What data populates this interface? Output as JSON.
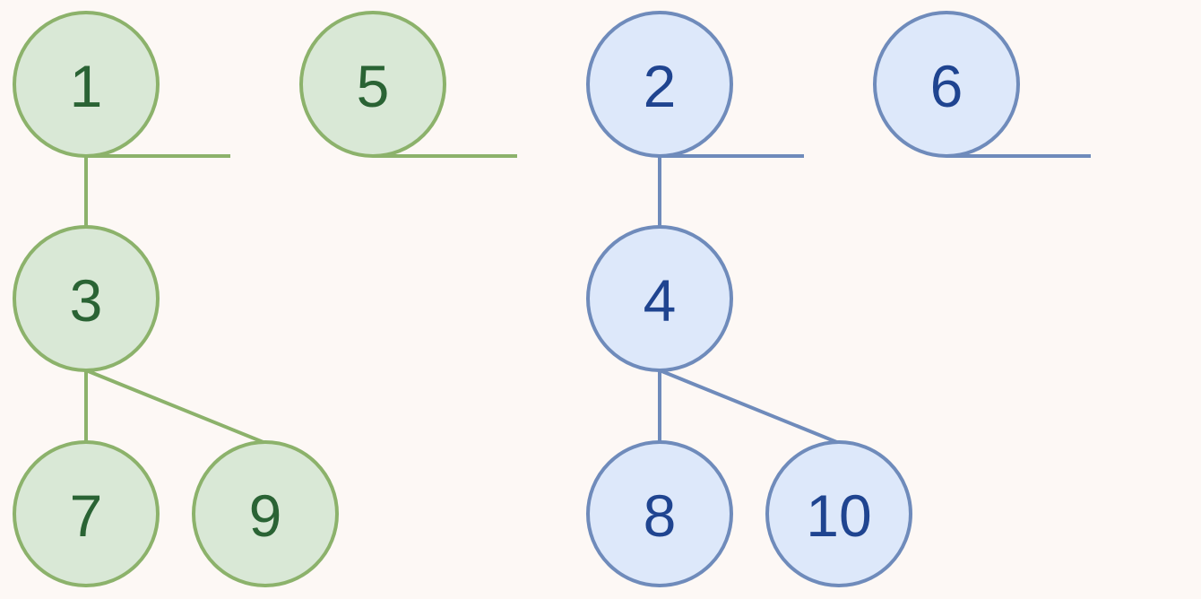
{
  "colors": {
    "background": "#fdf8f5",
    "green_fill": "#d9e8d6",
    "green_stroke": "#8cb26b",
    "green_text": "#2a6334",
    "blue_fill": "#dde8fa",
    "blue_stroke": "#6f8bbb",
    "blue_text": "#1f4490"
  },
  "nodes": {
    "n1": "1",
    "n2": "2",
    "n3": "3",
    "n4": "4",
    "n5": "5",
    "n6": "6",
    "n7": "7",
    "n8": "8",
    "n9": "9",
    "n10": "10"
  },
  "groups": {
    "green": [
      "n1",
      "n3",
      "n5",
      "n7",
      "n9"
    ],
    "blue": [
      "n2",
      "n4",
      "n6",
      "n8",
      "n10"
    ]
  },
  "edges": [
    [
      "n1",
      "n3"
    ],
    [
      "n3",
      "n7"
    ],
    [
      "n3",
      "n9"
    ],
    [
      "n2",
      "n4"
    ],
    [
      "n4",
      "n8"
    ],
    [
      "n4",
      "n10"
    ]
  ]
}
